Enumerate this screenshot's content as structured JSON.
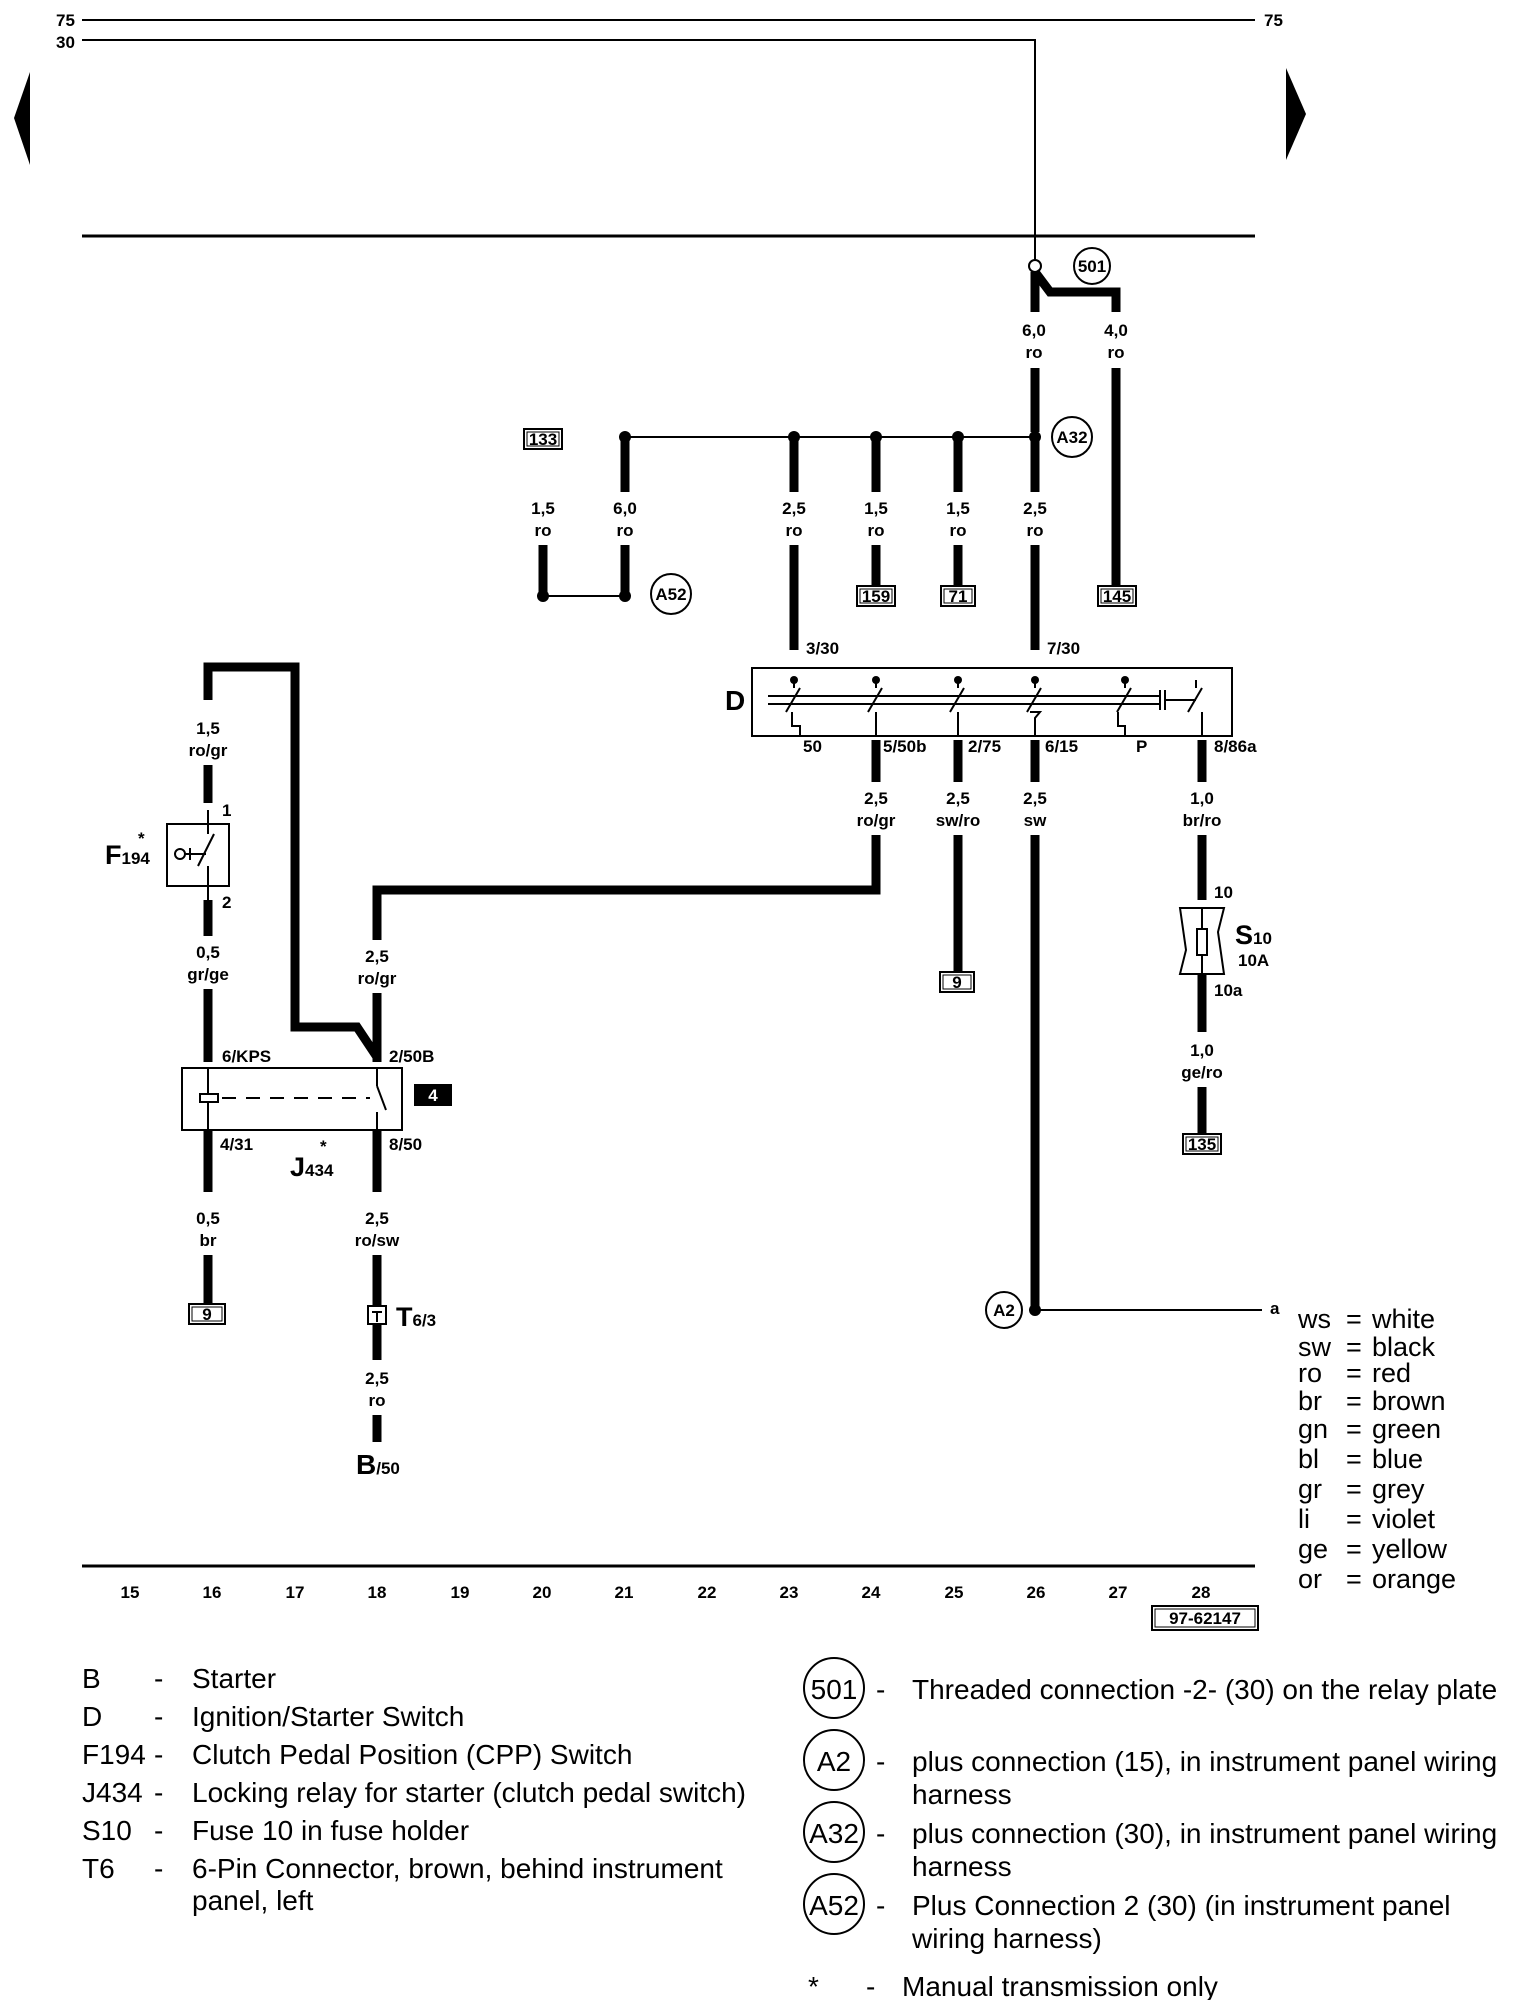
{
  "rails": {
    "left_75": "75",
    "left_30": "30",
    "right_75": "75"
  },
  "wires": {
    "w501_a_size": "6,0",
    "w501_a_color": "ro",
    "w501_b_size": "4,0",
    "w501_b_color": "ro",
    "w133_size": "1,5",
    "w133_color": "ro",
    "w_a52_size": "6,0",
    "w_a52_color": "ro",
    "w30_size": "2,5",
    "w30_color": "ro",
    "w159_size": "1,5",
    "w159_color": "ro",
    "w71_size": "1,5",
    "w71_color": "ro",
    "w730_size": "2,5",
    "w730_color": "ro",
    "wf194_top_size": "1,5",
    "wf194_top_color": "ro/gr",
    "w50b_size": "2,5",
    "w50b_color": "ro/gr",
    "w275_size": "2,5",
    "w275_color": "sw/ro",
    "w615_size": "2,5",
    "w615_color": "sw",
    "w86a_size": "1,0",
    "w86a_color": "br/ro",
    "wf194_bot_size": "0,5",
    "wf194_bot_color": "gr/ge",
    "w250b_size": "2,5",
    "w250b_color": "ro/gr",
    "wfuse_size": "1,0",
    "wfuse_color": "ge/ro",
    "w431_size": "0,5",
    "w431_color": "br",
    "w850_size": "2,5",
    "w850_color": "ro/sw",
    "wstart_size": "2,5",
    "wstart_color": "ro"
  },
  "boxes": {
    "b133": "133",
    "b159": "159",
    "b71": "71",
    "b145": "145",
    "b9a": "9",
    "b9b": "9",
    "b135": "135",
    "b4": "4",
    "ref": "97-62147"
  },
  "circles": {
    "c501": "501",
    "ca32": "A32",
    "ca52": "A52",
    "ca2": "A2"
  },
  "pins": {
    "p330": "3/30",
    "p730": "7/30",
    "p50": "50",
    "p50b": "5/50b",
    "p275": "2/75",
    "p615": "6/15",
    "pP": "P",
    "p86a": "8/86a",
    "f1": "1",
    "f2": "2",
    "kps": "6/KPS",
    "p250b": "2/50B",
    "p431": "4/31",
    "p850": "8/50",
    "s10_in": "10",
    "s10_out": "10a",
    "a_end": "a"
  },
  "components": {
    "d": "D",
    "f194_main": "F",
    "f194_sub": "194",
    "f194_star": "*",
    "j434_main": "J",
    "j434_sub": "434",
    "j434_star": "*",
    "s10_main": "S",
    "s10_sub": "10",
    "s10_rating": "10A",
    "t6_main": "T",
    "t6_sub": "6/3",
    "b_main": "B",
    "b_sub": "/50"
  },
  "grid_numbers": [
    "15",
    "16",
    "17",
    "18",
    "19",
    "20",
    "21",
    "22",
    "23",
    "24",
    "25",
    "26",
    "27",
    "28"
  ],
  "color_codes": [
    {
      "code": "ws",
      "name": "white"
    },
    {
      "code": "sw",
      "name": "black"
    },
    {
      "code": "ro",
      "name": "red"
    },
    {
      "code": "br",
      "name": "brown"
    },
    {
      "code": "gn",
      "name": "green"
    },
    {
      "code": "bl",
      "name": "blue"
    },
    {
      "code": "gr",
      "name": "grey"
    },
    {
      "code": "li",
      "name": "violet"
    },
    {
      "code": "ge",
      "name": "yellow"
    },
    {
      "code": "or",
      "name": "orange"
    }
  ],
  "key_left": [
    {
      "code": "B",
      "desc": "Starter"
    },
    {
      "code": "D",
      "desc": "Ignition/Starter Switch"
    },
    {
      "code": "F194",
      "desc": "Clutch Pedal Position (CPP) Switch"
    },
    {
      "code": "J434",
      "desc": "Locking relay for starter (clutch pedal switch)"
    },
    {
      "code": "S10",
      "desc": "Fuse 10 in fuse holder"
    },
    {
      "code": "T6",
      "desc": "6-Pin Connector, brown, behind instrument",
      "desc2": "panel, left"
    }
  ],
  "key_right": [
    {
      "code": "501",
      "desc": "Threaded connection -2- (30) on the relay plate"
    },
    {
      "code": "A2",
      "desc": "plus connection (15), in instrument panel wiring",
      "desc2": "harness"
    },
    {
      "code": "A32",
      "desc": "plus connection (30), in instrument panel wiring",
      "desc2": "harness"
    },
    {
      "code": "A52",
      "desc": "Plus Connection 2 (30) (in instrument panel",
      "desc2": "wiring harness)"
    }
  ],
  "note": {
    "mark": "*",
    "dash": "-",
    "text": "Manual transmission only"
  }
}
